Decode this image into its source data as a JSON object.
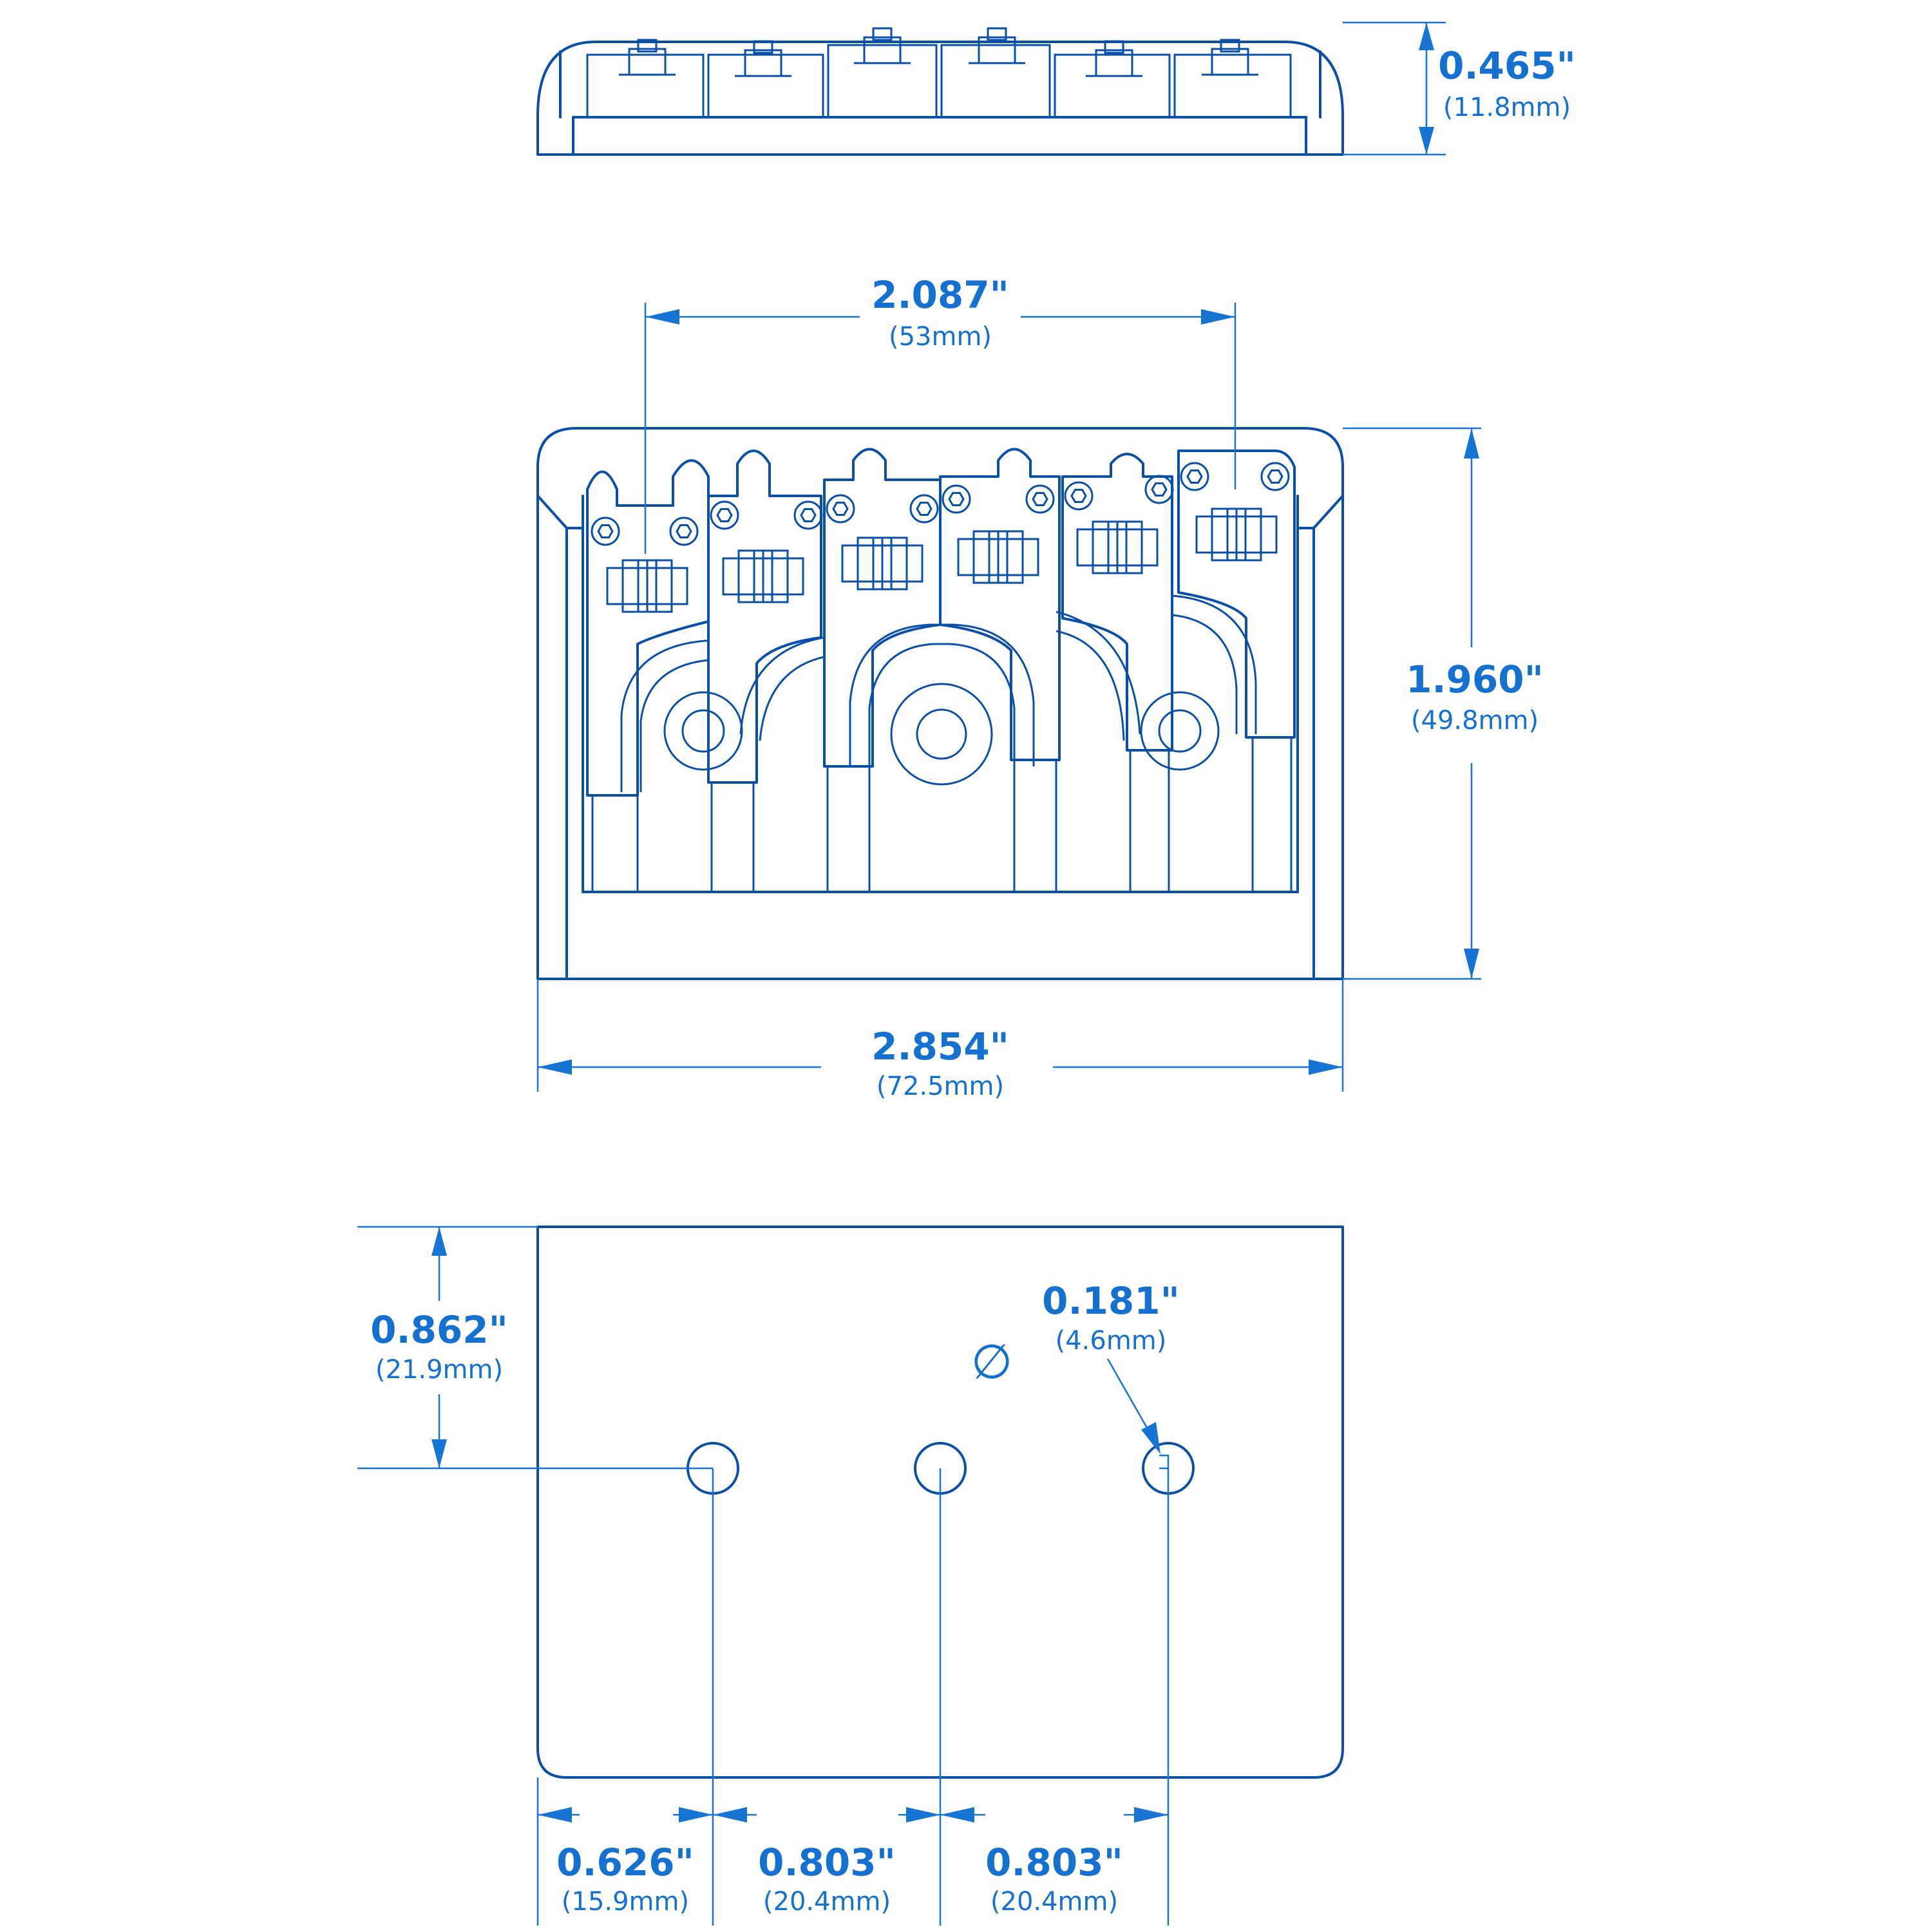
{
  "views": {
    "side": {
      "height_in": "0.465\"",
      "height_mm": "(11.8mm)"
    },
    "top": {
      "string_spread_in": "2.087\"",
      "string_spread_mm": "(53mm)",
      "length_in": "1.960\"",
      "length_mm": "(49.8mm)",
      "width_in": "2.854\"",
      "width_mm": "(72.5mm)"
    },
    "bottom": {
      "hole_offset_in": "0.862\"",
      "hole_offset_mm": "(21.9mm)",
      "hole_diameter_in": "0.181\"",
      "hole_diameter_mm": "(4.6mm)",
      "diameter_symbol": "∅",
      "spacing": [
        {
          "in": "0.626\"",
          "mm": "(15.9mm)"
        },
        {
          "in": "0.803\"",
          "mm": "(20.4mm)"
        },
        {
          "in": "0.803\"",
          "mm": "(20.4mm)"
        }
      ]
    }
  },
  "colors": {
    "line": "#0b4fa8",
    "dimension": "#1670d0"
  }
}
